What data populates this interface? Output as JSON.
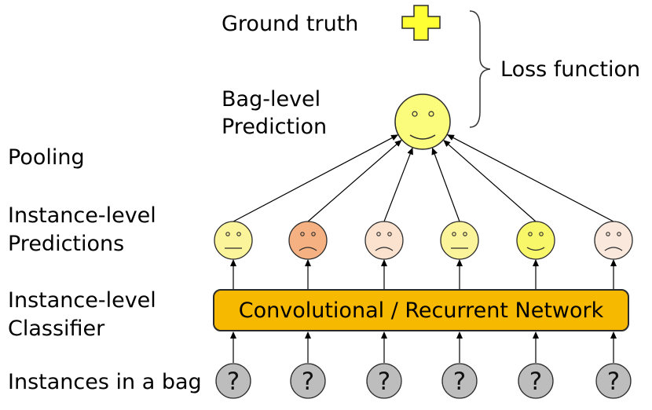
{
  "labels": {
    "ground_truth": "Ground truth",
    "loss_function": "Loss function",
    "bag_level_line1": "Bag-level",
    "bag_level_line2": "Prediction",
    "pooling": "Pooling",
    "instance_pred_line1": "Instance-level",
    "instance_pred_line2": "Predictions",
    "instance_clf_line1": "Instance-level",
    "instance_clf_line2": "Classifier",
    "instances": "Instances in a bag"
  },
  "network_label": "Convolutional / Recurrent Network",
  "instance_symbol": "?",
  "bag_prediction": {
    "mood": "happy",
    "color": "#fbfb7c"
  },
  "ground_truth_symbol": {
    "shape": "plus",
    "color": "#ffff33"
  },
  "instance_predictions": [
    {
      "mood": "neutral",
      "color": "#fcf49a"
    },
    {
      "mood": "sad",
      "color": "#f6b182"
    },
    {
      "mood": "sad",
      "color": "#fae2cf"
    },
    {
      "mood": "neutral",
      "color": "#fcf49a"
    },
    {
      "mood": "happy",
      "color": "#f8f76a"
    },
    {
      "mood": "sad",
      "color": "#fbe8dc"
    }
  ],
  "colors": {
    "network_fill": "#f7b800",
    "instance_fill": "#bdbdbd",
    "outline": "#2b2b2b",
    "arrow": "#000000"
  }
}
